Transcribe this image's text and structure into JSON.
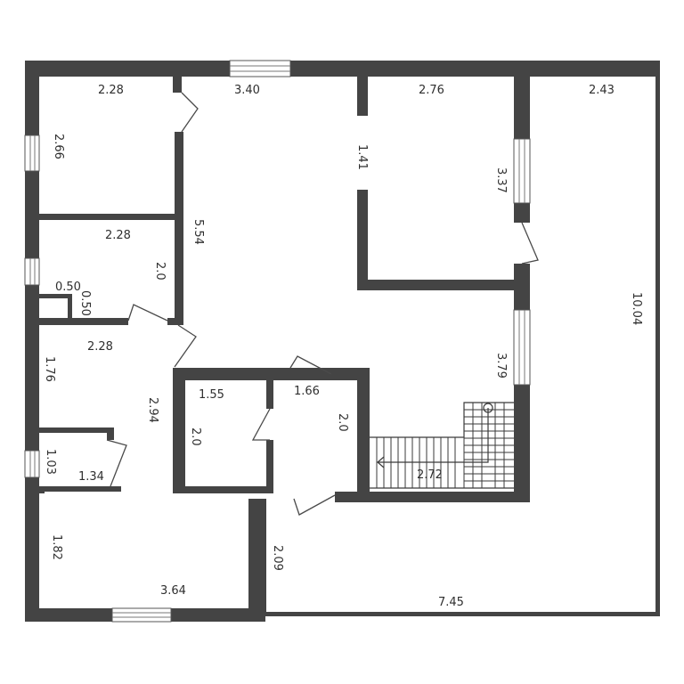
{
  "plan": {
    "colors": {
      "wall": "#444444",
      "background": "#ffffff",
      "text": "#2f2f2f"
    },
    "dimensions": {
      "bedroom_top_left_width": "2.28",
      "bedroom_top_left_height": "2.66",
      "hall_top_width": "3.40",
      "hall_height": "5.54",
      "room_top_mid_width": "2.76",
      "room_top_mid_opening": "1.41",
      "room_top_mid_height": "3.37",
      "right_hall_width": "2.43",
      "right_hall_height": "10.04",
      "room_left_mid_width": "2.28",
      "room_left_mid_height": "2.0",
      "niche_width": "0.50",
      "niche_height": "0.50",
      "corridor_width": "2.28",
      "corridor_height": "1.76",
      "corridor_length": "2.94",
      "bath_small_width": "1.55",
      "bath_small_height": "2.0",
      "bath_mid_width": "1.66",
      "bath_mid_height": "2.0",
      "stair_wall": "3.79",
      "stair_width": "2.72",
      "closet_height": "1.03",
      "closet_width": "1.34",
      "room_bottom_left_height": "1.82",
      "room_bottom_left_width": "3.64",
      "bottom_hall_height": "2.09",
      "bottom_hall_width": "7.45"
    }
  }
}
